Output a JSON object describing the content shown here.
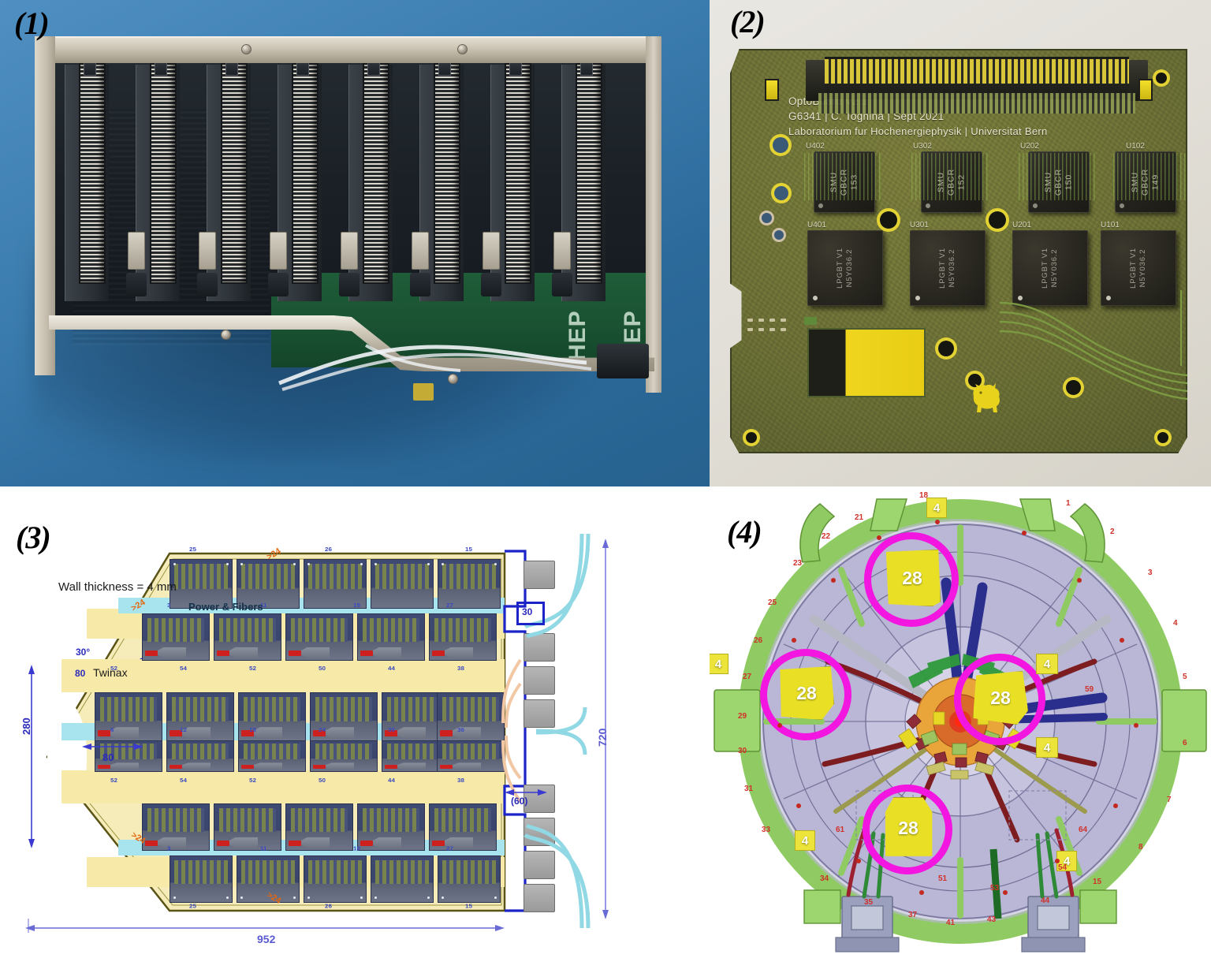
{
  "figure": {
    "panels": [
      {
        "id": "1",
        "label": "(1)",
        "caption_type": "photograph-crate-backplane"
      },
      {
        "id": "2",
        "label": "(2)",
        "caption_type": "photograph-optoboard-pcb"
      },
      {
        "id": "3",
        "label": "(3)",
        "caption_type": "engineering-layout-drawing"
      },
      {
        "id": "4",
        "label": "(4)",
        "caption_type": "detector-cross-section"
      }
    ]
  },
  "panel1": {
    "label": "(1)",
    "silkscreen": [
      "HEP",
      "HEP"
    ],
    "slot_count": 8,
    "background_color": "#3a7aac",
    "pcb_color": "#1a5232",
    "frame_color": "#cfc8b8"
  },
  "panel2": {
    "label": "(2)",
    "silkscreen": {
      "line1": "OptoBoard V2 1",
      "line2": "G6341 | C. Tognina | Sept 2021",
      "line3": "Laboratorium fur Hochenergiephysik | Universitat Bern"
    },
    "top_chips": [
      {
        "ref": "U402",
        "line1": "SMU",
        "line2": "GBCR",
        "line3": "153"
      },
      {
        "ref": "U302",
        "line1": "SMU",
        "line2": "GBCR",
        "line3": "152"
      },
      {
        "ref": "U202",
        "line1": "SMU",
        "line2": "GBCR",
        "line3": "150"
      },
      {
        "ref": "U102",
        "line1": "SMU",
        "line2": "GBCR",
        "line3": "149"
      }
    ],
    "bottom_chips": [
      {
        "ref": "U401",
        "line1": "LPGBT V1",
        "line2": "N5Y036.2"
      },
      {
        "ref": "U301",
        "line1": "LPGBT V1",
        "line2": "N5Y036.2"
      },
      {
        "ref": "U201",
        "line1": "LPGBT V1",
        "line2": "N5Y036.2"
      },
      {
        "ref": "U101",
        "line1": "LPGBT V1",
        "line2": "N5Y036.2"
      }
    ],
    "logo_name": "bern-bear-logo",
    "pcb_color": "#6d7136",
    "gold_color": "#e8cd14",
    "background_color": "#e2dfd8"
  },
  "panel3": {
    "label": "(3)",
    "annotations": {
      "wall_thickness": "Wall thickness = 4 mm",
      "power_fibers": "Power & Fibers",
      "twinax": "Twinax",
      "angle": "30°",
      "angle_offset": "80"
    },
    "dimensions": {
      "height_left": "280",
      "offset_left": "80",
      "width_bottom": "952",
      "height_right": "720",
      "pitch": "30",
      "bracket": "(60)"
    },
    "clearance_labels": [
      ">24",
      ">24",
      ">24",
      ">24"
    ],
    "cell_numbers_row_top": [
      "25",
      "26",
      "15"
    ],
    "cell_numbers_row_2": [
      "3",
      "11",
      "19",
      "27"
    ],
    "cell_numbers_row_3": [
      "52",
      "54",
      "52",
      "50",
      "44",
      "38"
    ],
    "cell_numbers_row_4": [
      "6",
      "12",
      "18",
      "24",
      "30",
      "36"
    ],
    "cell_numbers_row_5": [
      "52",
      "54",
      "52",
      "50",
      "44",
      "38"
    ],
    "cell_numbers_row_6": [
      "3",
      "11",
      "19",
      "27"
    ],
    "cell_numbers_row_bottom": [
      "25",
      "26",
      "15"
    ],
    "colors": {
      "wall": "#ece6b6",
      "power_fiber_band": "#a8e4ee",
      "module": "#3e4a72",
      "dimension": "#2b2bbb",
      "clearance": "#e2670f"
    }
  },
  "panel4": {
    "label": "(4)",
    "highlighted_tags": [
      {
        "value": "28",
        "position": "top"
      },
      {
        "value": "28",
        "position": "left"
      },
      {
        "value": "28",
        "position": "right"
      },
      {
        "value": "28",
        "position": "bottom"
      }
    ],
    "small_tags": [
      "4",
      "4",
      "4",
      "4",
      "4",
      "4"
    ],
    "perimeter_numbers": [
      "1",
      "2",
      "3",
      "4",
      "5",
      "6",
      "7",
      "8",
      "15",
      "18",
      "21",
      "22",
      "23",
      "25",
      "26",
      "27",
      "29",
      "30",
      "31",
      "33",
      "34",
      "35",
      "37",
      "41",
      "43",
      "44",
      "51",
      "53",
      "54",
      "59",
      "61",
      "64"
    ],
    "colors": {
      "highlight_ring": "#f216e0",
      "tag": "#e9e026",
      "sector": "#b9b6d6",
      "structure": "#9dd66f",
      "number": "#d1312a"
    }
  }
}
